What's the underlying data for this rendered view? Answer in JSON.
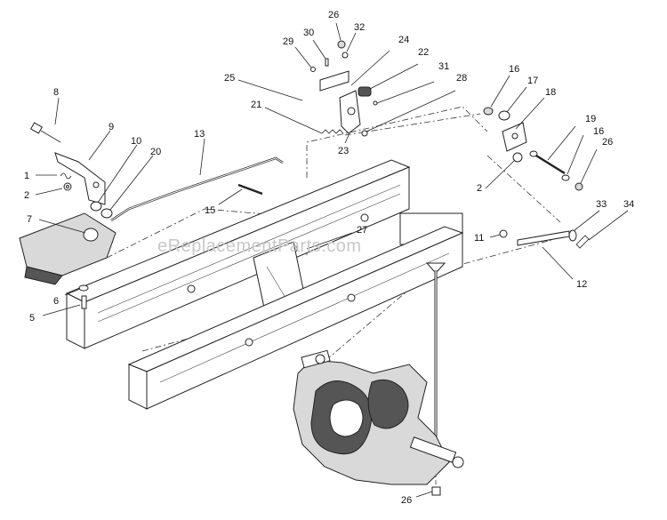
{
  "watermark": "eReplacementParts.com",
  "callouts": {
    "c1": "1",
    "c2a": "2",
    "c2b": "2",
    "c5": "5",
    "c6": "6",
    "c7": "7",
    "c8": "8",
    "c9": "9",
    "c10": "10",
    "c11": "11",
    "c12": "12",
    "c13": "13",
    "c15": "15",
    "c16a": "16",
    "c16b": "16",
    "c17": "17",
    "c18": "18",
    "c19": "19",
    "c20": "20",
    "c21": "21",
    "c22": "22",
    "c23": "23",
    "c24": "24",
    "c25": "25",
    "c26a": "26",
    "c26b": "26",
    "c26c": "26",
    "c27": "27",
    "c28": "28",
    "c29": "29",
    "c30": "30",
    "c31": "31",
    "c32": "32",
    "c33": "33",
    "c34": "34"
  }
}
